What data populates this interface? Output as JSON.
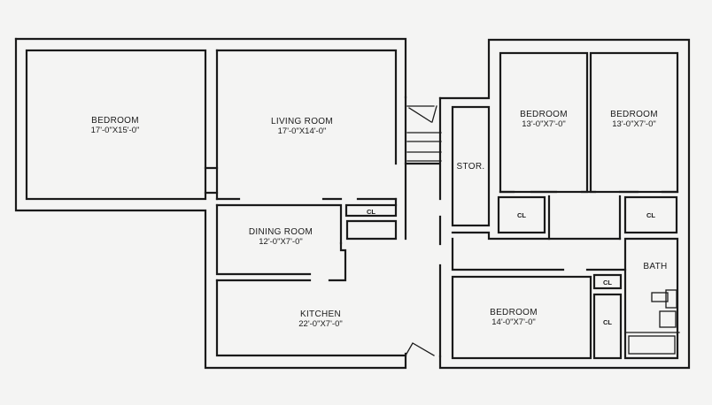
{
  "floorplan": {
    "colors": {
      "background": "#f4f4f3",
      "wall": "#1a1a1a"
    },
    "rooms": [
      {
        "id": "bedroom-1",
        "name": "BEDROOM",
        "dimensions": "17'-0\"X15'-0\""
      },
      {
        "id": "living-room",
        "name": "LIVING ROOM",
        "dimensions": "17'-0\"X14'-0\""
      },
      {
        "id": "dining-room",
        "name": "DINING ROOM",
        "dimensions": "12'-0\"X7'-0\""
      },
      {
        "id": "kitchen",
        "name": "KITCHEN",
        "dimensions": "22'-0\"X7'-0\""
      },
      {
        "id": "storage",
        "name": "STOR."
      },
      {
        "id": "bedroom-2",
        "name": "BEDROOM",
        "dimensions": "13'-0\"X7'-0\""
      },
      {
        "id": "bedroom-3",
        "name": "BEDROOM",
        "dimensions": "13'-0\"X7'-0\""
      },
      {
        "id": "bedroom-4",
        "name": "BEDROOM",
        "dimensions": "14'-0\"X7'-0\""
      },
      {
        "id": "bath",
        "name": "BATH"
      }
    ],
    "closets": [
      "CL",
      "CL",
      "CL",
      "CL",
      "CL"
    ]
  }
}
